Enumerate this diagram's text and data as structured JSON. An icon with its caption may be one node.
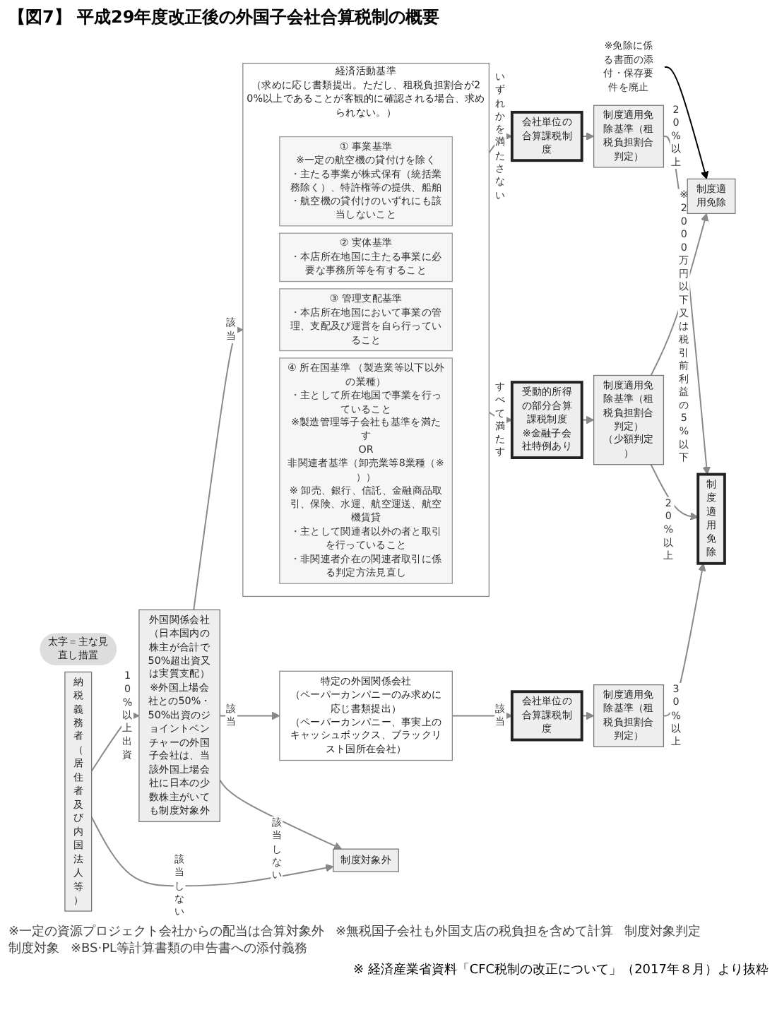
{
  "diagram": {
    "title": "【図7】 平成29年度改正後の外国子会社合算税制の概要",
    "caption": "※ 経済産業省資料「CFC税制の改正について」（2017年８月）より抜粋",
    "nodes": [
      {
        "text": [
          "制度対象外"
        ]
      },
      {
        "text": [
          "制度適用免除"
        ]
      },
      {
        "text": [
          "※免除に係る書面の添付・保存要件を廃止"
        ]
      },
      {
        "text": [
          "太字＝主な見直し措置"
        ]
      },
      {
        "text": [
          "納税義務者（居住者及び内国法人等）"
        ]
      },
      {
        "text": [
          "外国関係会社（日本国内の株主が合計で50%超出資又は実質支配）",
          "※外国上場会社との50%・50%出資のジョイントベンチャーの外国子会社は、当該外国上場会社に日本の少数株主がいても制度対象外"
        ]
      },
      {
        "text": [
          "経済活動基準",
          "（求めに応じ書類提出。ただし、租税負担割合が20%以上であることが客観的に確認される場合、求められない。）"
        ]
      },
      {
        "text": [
          "① 事業基準",
          "※一定の航空機の貸付けを除く",
          "・主たる事業が株式保有（統括業務除く）、特許権等の提供、船舶・航空機の貸付けのいずれにも該当しないこと"
        ],
        "in": 6
      },
      {
        "text": [
          "② 実体基準",
          "・本店所在地国に主たる事業に必要な事務所等を有すること"
        ],
        "in": 6
      },
      {
        "text": [
          "③ 管理支配基準",
          "・本店所在地国において事業の管理、支配及び運営を自ら行っていること"
        ],
        "in": 6
      },
      {
        "text": [
          "④ 所在国基準 （製造業等以下以外の業種）",
          "・主として所在地国で事業を行っていること",
          "※製造管理等子会社も基準を満たす",
          "OR",
          "非関連者基準（卸売業等8業種（※））",
          "※ 卸売、銀行、信託、金融商品取引、保険、水運、航空運送、航空機賃貸",
          "・主として関連者以外の者と取引を行っていること",
          "・非関連者介在の関連者取引に係る判定方法見直し"
        ],
        "in": 6
      },
      {
        "text": [
          "特定の外国関係会社",
          "（ペーパーカンパニーのみ求めに応じ書類提出）",
          "（ペーパーカンパニー、事実上のキャッシュボックス、ブラックリスト国所在会社）"
        ]
      },
      {
        "text": [
          "受動的所得の部分合算課税制度",
          "※金融子会社特例あり"
        ]
      },
      {
        "text": [
          "会社単位の合算課税制度"
        ]
      },
      {
        "text": [
          "会社単位の合算課税制度"
        ]
      },
      {
        "text": [
          "制度適用免除基準（租税負担割合判定）",
          "（少額判定）"
        ]
      },
      {
        "text": [
          "制度適用免除基準（租税負担割合判定）"
        ]
      },
      {
        "text": [
          "制度適用免除基準（租税負担割合判定）"
        ]
      },
      {
        "text": [
          "制度適用免除"
        ]
      }
    ],
    "edges": [
      {
        "from": 4,
        "to": 0,
        "arrow": "to",
        "label": "該当しない"
      },
      {
        "from": 5,
        "to": 0,
        "arrow": "to",
        "label": "該当しない"
      },
      {
        "from": 4,
        "to": 5,
        "arrow": "to",
        "label": "10%以上出資"
      },
      {
        "from": 5,
        "to": 6,
        "arrow": "to",
        "label": "該当"
      },
      {
        "from": 5,
        "to": 11,
        "arrow": "to",
        "label": "該当"
      },
      {
        "from": 6,
        "to": 12,
        "arrow": "to",
        "label": "すべて満たす"
      },
      {
        "from": 6,
        "to": 13,
        "arrow": "to",
        "label": "いずれかを満たさない"
      },
      {
        "from": 11,
        "to": 14,
        "arrow": "to",
        "label": "該当"
      },
      {
        "from": 12,
        "to": 15,
        "arrow": "to"
      },
      {
        "from": 13,
        "to": 16,
        "arrow": "to"
      },
      {
        "from": 14,
        "to": 17,
        "arrow": "to"
      },
      {
        "from": 15,
        "to": 18,
        "arrow": "to",
        "label": "20%以上"
      },
      {
        "from": 16,
        "to": 18,
        "arrow": "to",
        "label": "20%以上"
      },
      {
        "from": 17,
        "to": 18,
        "arrow": "to",
        "label": "30%以上"
      },
      {
        "from": 15,
        "to": 1,
        "arrow": "to",
        "label": "※2000万円以下又は税引前利益の5%以下"
      },
      {
        "from": 2,
        "to": 1,
        "arrow": "to",
        "color": "#000000"
      }
    ],
    "labels": [
      "※一定の資源プロジェクト会社からの配当は合算対象外",
      "※無税国子会社も外国支店の税負担を含めて計算",
      "制度対象判定",
      "制度対象",
      "※BS·PL等計算書類の申告書への添付義務"
    ]
  }
}
